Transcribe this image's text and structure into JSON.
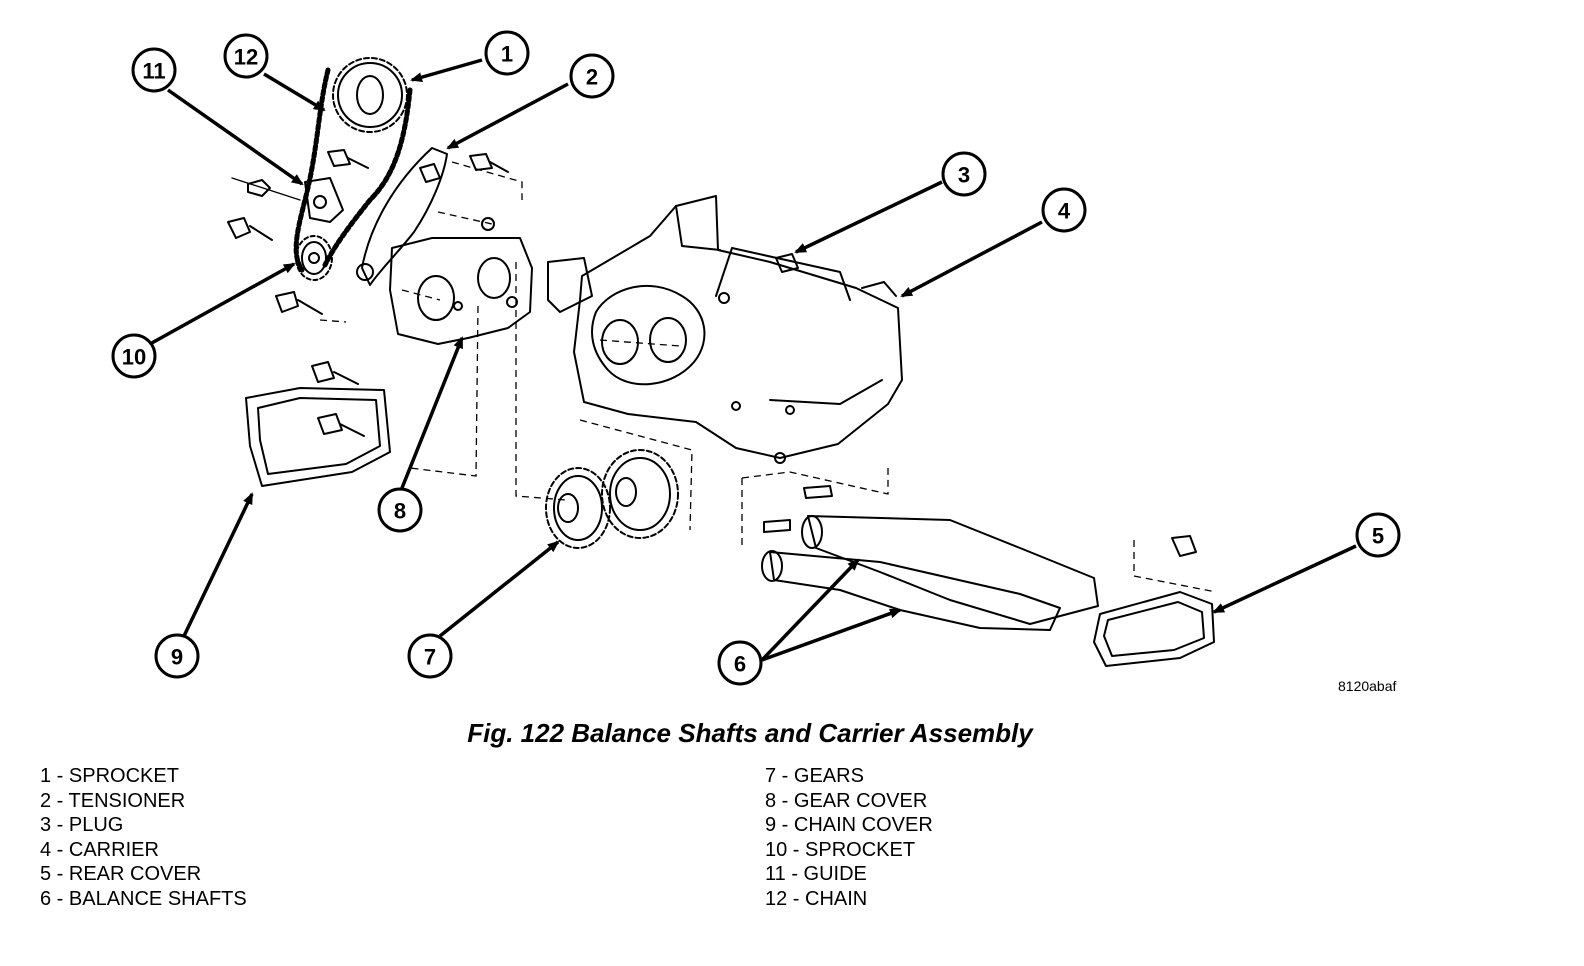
{
  "figure": {
    "id_code": "8120abaf",
    "caption": "Fig. 122 Balance Shafts and Carrier Assembly"
  },
  "callouts": [
    "1",
    "2",
    "3",
    "4",
    "5",
    "6",
    "7",
    "8",
    "9",
    "10",
    "11",
    "12"
  ],
  "legend": {
    "left": [
      "1 - SPROCKET",
      "2 - TENSIONER",
      "3 - PLUG",
      "4 - CARRIER",
      "5 - REAR COVER",
      "6 - BALANCE SHAFTS"
    ],
    "right": [
      "7 - GEARS",
      "8 - GEAR COVER",
      "9 - CHAIN COVER",
      "10 - SPROCKET",
      "11 - GUIDE",
      "12 - CHAIN"
    ]
  }
}
